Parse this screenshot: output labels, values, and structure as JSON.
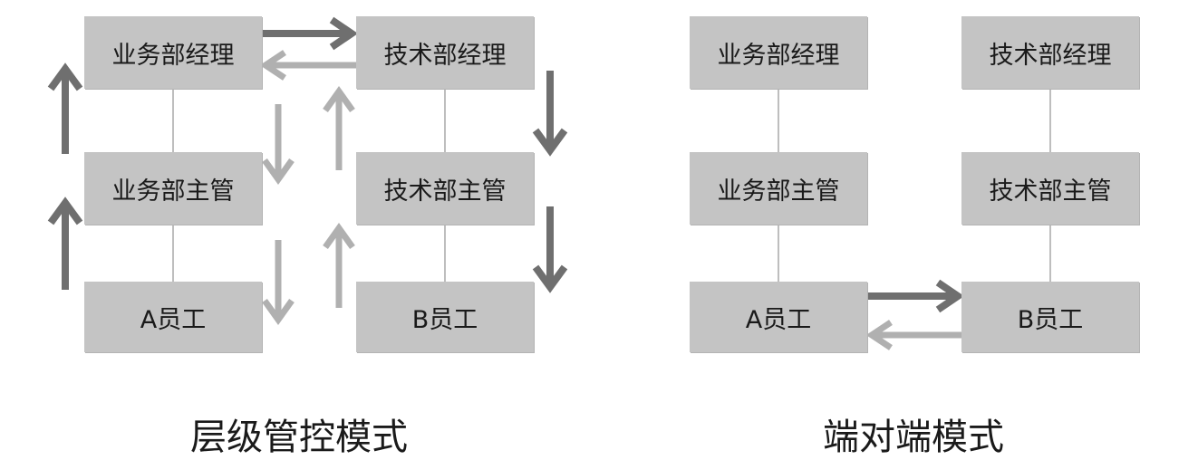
{
  "hierarchical": {
    "caption": "层级管控模式",
    "boxes": {
      "biz_manager": "业务部经理",
      "tech_manager": "技术部经理",
      "biz_supervisor": "业务部主管",
      "tech_supervisor": "技术部主管",
      "staff_a": "A员工",
      "staff_b": "B员工"
    }
  },
  "end_to_end": {
    "caption": "端对端模式",
    "boxes": {
      "biz_manager": "业务部经理",
      "tech_manager": "技术部经理",
      "biz_supervisor": "业务部主管",
      "tech_supervisor": "技术部主管",
      "staff_a": "A员工",
      "staff_b": "B员工"
    }
  },
  "colors": {
    "box_fill": "#c4c4c4",
    "dark_arrow": "#6f6f6f",
    "light_arrow": "#b0b0b0",
    "connector": "#a8a8a8"
  }
}
